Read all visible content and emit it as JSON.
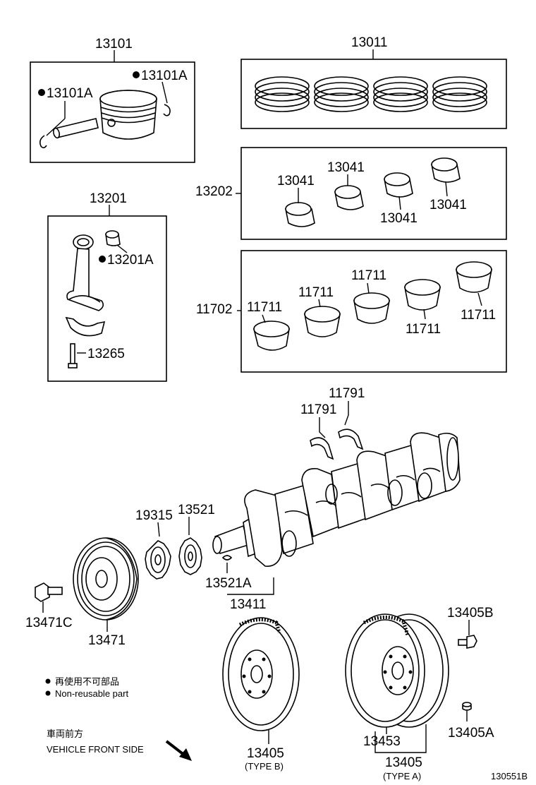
{
  "groups": {
    "piston": {
      "label": "13101",
      "pin_label_left": "13101A",
      "pin_label_right": "13101A"
    },
    "rings": {
      "label": "13011"
    },
    "rod_bearings": {
      "label": "13202",
      "items": [
        "13041",
        "13041",
        "13041",
        "13041"
      ]
    },
    "main_bearings": {
      "label": "11702",
      "items": [
        "11711",
        "11711",
        "11711",
        "11711",
        "11711"
      ]
    },
    "conrod": {
      "label": "13201",
      "bushing_label": "13201A",
      "bolt_label": "13265"
    }
  },
  "parts": {
    "thrust_washer_1": "11791",
    "thrust_washer_2": "11791",
    "sensor_plate": "19315",
    "crank_gear": "13521",
    "key": "13521A",
    "crankshaft": "13411",
    "pulley": "13471",
    "pulley_bolt": "13471C",
    "flywheel_bolt": "13405B",
    "dowel": "13405A",
    "flywheel_b": "13405",
    "flywheel_b_type": "(TYPE B)",
    "drive_plate": "13453",
    "flywheel_a": "13405",
    "flywheel_a_type": "(TYPE A)"
  },
  "legend": {
    "nonreusable_jp": "再使用不可部品",
    "nonreusable_en": "Non-reusable part",
    "front_jp": "車両前方",
    "front_en": "VEHICLE FRONT SIDE"
  },
  "footer": {
    "diagram_id": "130551B"
  }
}
